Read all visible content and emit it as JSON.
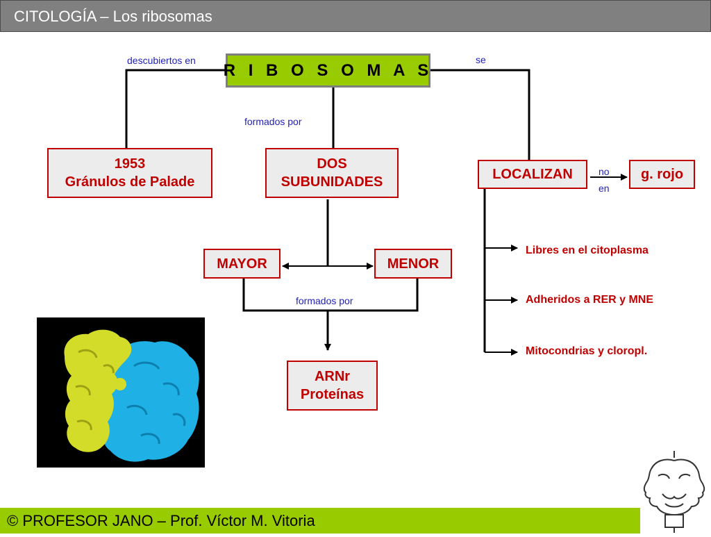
{
  "header": {
    "title": "CITOLOGÍA – Los ribosomas"
  },
  "footer": {
    "text": "© PROFESOR JANO – Prof. Víctor M. Vitoria"
  },
  "diagram": {
    "main": "R I B O S O M A S",
    "connectors": {
      "descubiertos": "descubiertos en",
      "se": "se",
      "formados1": "formados por",
      "formados2": "formados por",
      "no": "no",
      "en": "en"
    },
    "boxes": {
      "palade": "1953\nGránulos de Palade",
      "dos": "DOS\nSUBUNIDADES",
      "localizan": "LOCALIZAN",
      "grojo": "g. rojo",
      "mayor": "MAYOR",
      "menor": "MENOR",
      "arnr": "ARNr\nProteínas"
    },
    "locations": [
      "Libres en el citoplasma",
      "Adheridos a RER y MNE",
      "Mitocondrias y cloropl."
    ]
  },
  "colors": {
    "header_bg": "#808080",
    "footer_bg": "#99cc00",
    "main_box_bg": "#99cc00",
    "box_border": "#c00000",
    "box_text": "#c00000",
    "connector_text": "#1f1fb8",
    "small_subunit": "#d4dc2a",
    "large_subunit": "#1fb0e6"
  },
  "icons": [
    "ribosome-image",
    "janus-logo-icon"
  ]
}
